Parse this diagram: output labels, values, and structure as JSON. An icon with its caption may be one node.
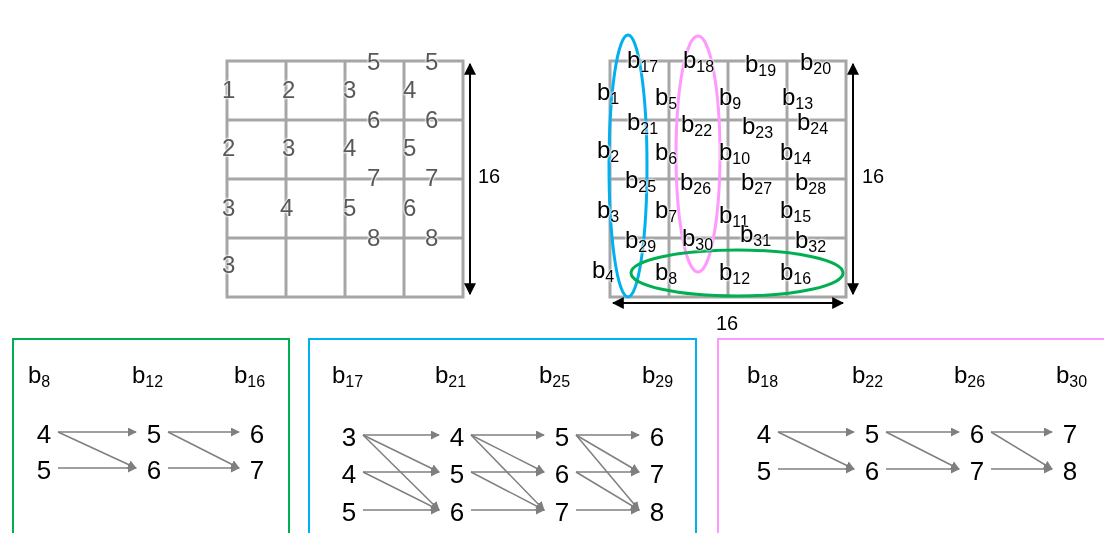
{
  "diagram": {
    "nodes": [
      {
        "text": [
          "b$_{8}$",
          "b$_{12}$",
          "b$_{16}$"
        ]
      },
      {
        "text": [
          "4"
        ],
        "in": 0
      },
      {
        "text": [
          "5"
        ],
        "in": 0
      },
      {
        "text": [
          "5"
        ],
        "in": 0
      },
      {
        "text": [
          "6"
        ],
        "in": 0
      },
      {
        "text": [
          "6"
        ],
        "in": 0
      },
      {
        "text": [
          "7"
        ],
        "in": 0
      },
      {
        "text": [
          "b$_{17}$",
          "b$_{21}$",
          "b$_{25}$",
          "b$_{29}$"
        ]
      },
      {
        "text": [
          "3"
        ],
        "in": 7
      },
      {
        "text": [
          "4"
        ],
        "in": 7
      },
      {
        "text": [
          "5"
        ],
        "in": 7
      },
      {
        "text": [
          "4"
        ],
        "in": 7
      },
      {
        "text": [
          "5"
        ],
        "in": 7
      },
      {
        "text": [
          "6"
        ],
        "in": 7
      },
      {
        "text": [
          "5"
        ],
        "in": 7
      },
      {
        "text": [
          "6"
        ],
        "in": 7
      },
      {
        "text": [
          "7"
        ],
        "in": 7
      },
      {
        "text": [
          "6"
        ],
        "in": 7
      },
      {
        "text": [
          "7"
        ],
        "in": 7
      },
      {
        "text": [
          "8"
        ],
        "in": 7
      },
      {
        "text": [
          "b$_{18}$",
          "b$_{22}$",
          "b$_{26}$",
          "b$_{30}$"
        ]
      },
      {
        "text": [
          "4"
        ],
        "in": 20
      },
      {
        "text": [
          "5"
        ],
        "in": 20
      },
      {
        "text": [
          "5"
        ],
        "in": 20
      },
      {
        "text": [
          "6"
        ],
        "in": 20
      },
      {
        "text": [
          "6"
        ],
        "in": 20
      },
      {
        "text": [
          "7"
        ],
        "in": 20
      },
      {
        "text": [
          "7"
        ],
        "in": 20
      },
      {
        "text": [
          "8"
        ],
        "in": 20
      }
    ],
    "edges": [
      {
        "from": 1,
        "to": 3,
        "arrow": "to"
      },
      {
        "from": 1,
        "to": 4,
        "arrow": "to"
      },
      {
        "from": 2,
        "to": 4,
        "arrow": "to"
      },
      {
        "from": 3,
        "to": 5,
        "arrow": "to"
      },
      {
        "from": 3,
        "to": 6,
        "arrow": "to"
      },
      {
        "from": 4,
        "to": 6,
        "arrow": "to"
      },
      {
        "from": 8,
        "to": 11,
        "arrow": "to"
      },
      {
        "from": 8,
        "to": 12,
        "arrow": "to"
      },
      {
        "from": 8,
        "to": 13,
        "arrow": "to"
      },
      {
        "from": 9,
        "to": 12,
        "arrow": "to"
      },
      {
        "from": 9,
        "to": 13,
        "arrow": "to"
      },
      {
        "from": 10,
        "to": 13,
        "arrow": "to"
      },
      {
        "from": 11,
        "to": 14,
        "arrow": "to"
      },
      {
        "from": 11,
        "to": 15,
        "arrow": "to"
      },
      {
        "from": 11,
        "to": 16,
        "arrow": "to"
      },
      {
        "from": 12,
        "to": 15,
        "arrow": "to"
      },
      {
        "from": 12,
        "to": 16,
        "arrow": "to"
      },
      {
        "from": 13,
        "to": 16,
        "arrow": "to"
      },
      {
        "from": 14,
        "to": 17,
        "arrow": "to"
      },
      {
        "from": 14,
        "to": 18,
        "arrow": "to"
      },
      {
        "from": 14,
        "to": 19,
        "arrow": "to"
      },
      {
        "from": 15,
        "to": 18,
        "arrow": "to"
      },
      {
        "from": 15,
        "to": 19,
        "arrow": "to"
      },
      {
        "from": 16,
        "to": 19,
        "arrow": "to"
      },
      {
        "from": 21,
        "to": 23,
        "arrow": "to"
      },
      {
        "from": 21,
        "to": 24,
        "arrow": "to"
      },
      {
        "from": 22,
        "to": 24,
        "arrow": "to"
      },
      {
        "from": 23,
        "to": 25,
        "arrow": "to"
      },
      {
        "from": 23,
        "to": 26,
        "arrow": "to"
      },
      {
        "from": 24,
        "to": 26,
        "arrow": "to"
      },
      {
        "from": 25,
        "to": 27,
        "arrow": "to"
      },
      {
        "from": 25,
        "to": 28,
        "arrow": "to"
      },
      {
        "from": 26,
        "to": 28,
        "arrow": "to"
      }
    ],
    "labels": [
      "5",
      "5",
      "1",
      "2",
      "3",
      "4",
      "6",
      "6",
      "2",
      "3",
      "4",
      "5",
      "7",
      "7",
      "3",
      "4",
      "5",
      "6",
      "8",
      "8",
      "3",
      "16",
      "b$_{17}$",
      "b$_{18}$",
      "b$_{19}$",
      "b$_{20}$",
      "b$_{1}$",
      "b$_{5}$",
      "b$_{9}$",
      "b$_{13}$",
      "b$_{21}$",
      "b$_{22}$",
      "b$_{23}$",
      "b$_{24}$",
      "b$_{2}$",
      "b$_{6}$",
      "b$_{10}$",
      "b$_{14}$",
      "b$_{25}$",
      "b$_{26}$",
      "b$_{27}$",
      "b$_{28}$",
      "b$_{3}$",
      "b$_{7}$",
      "b$_{11}$",
      "b$_{15}$",
      "b$_{29}$",
      "b$_{30}$",
      "b$_{31}$",
      "b$_{32}$",
      "b$_{4}$",
      "b$_{8}$",
      "b$_{12}$",
      "b$_{16}$",
      "16",
      "16"
    ]
  }
}
